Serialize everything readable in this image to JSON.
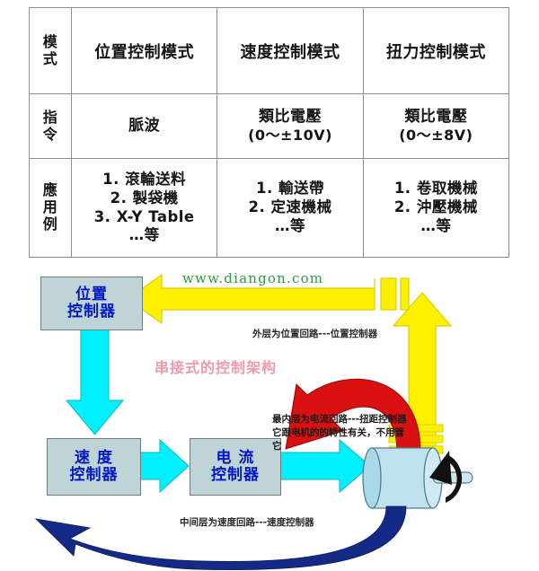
{
  "table": {
    "rows": [
      {
        "head": [
          "模",
          "式"
        ],
        "cells": [
          {
            "lines": [
              "位置控制模式"
            ]
          },
          {
            "lines": [
              "速度控制模式"
            ]
          },
          {
            "lines": [
              "扭力控制模式"
            ]
          }
        ]
      },
      {
        "head": [
          "指",
          "令"
        ],
        "cells": [
          {
            "lines": [
              "脈波"
            ]
          },
          {
            "lines": [
              "類比電壓",
              "(0～±10V)"
            ]
          },
          {
            "lines": [
              "類比電壓",
              "(0～±8V)"
            ]
          }
        ]
      },
      {
        "head": [
          "應",
          "用",
          "例"
        ],
        "cells": [
          {
            "lines": [
              "1. 滾輪送料",
              "2. 製袋機",
              "3. X-Y Table",
              "…等"
            ]
          },
          {
            "lines": [
              "1. 輸送帶",
              "2. 定速機械",
              "…等"
            ]
          },
          {
            "lines": [
              "1. 卷取機械",
              "2. 沖壓機械",
              "…等"
            ]
          }
        ]
      }
    ]
  },
  "diagram": {
    "watermark": "www.diangon.com",
    "boxes": {
      "position": {
        "line1": "位置",
        "line2": "控制器"
      },
      "speed": {
        "line1": "速 度",
        "line2": "控制器"
      },
      "current": {
        "line1": "电 流",
        "line2": "控制器"
      }
    },
    "annotations": {
      "outer_loop": "外层为位置回路---位置控制器",
      "middle_loop": "中间层为速度回路---速度控制器",
      "inner_loop_line1": "最内层为电流回路---扭距控制器",
      "inner_loop_line2": "它跟电机的的特性有关，不用管它",
      "cascade_title": "串接式的控制架构"
    },
    "colors": {
      "box_fill": "#bfd4d6",
      "box_text": "#0018c4",
      "cyan_arrow": "#00f0ff",
      "yellow_arrow": "#fff000",
      "red_arrow": "#d81010",
      "blue_arrow": "#132a86",
      "motor_body": "#bfe2ee",
      "watermark_color": "#2e9c3e",
      "cascade_color": "#f09aa8"
    }
  }
}
